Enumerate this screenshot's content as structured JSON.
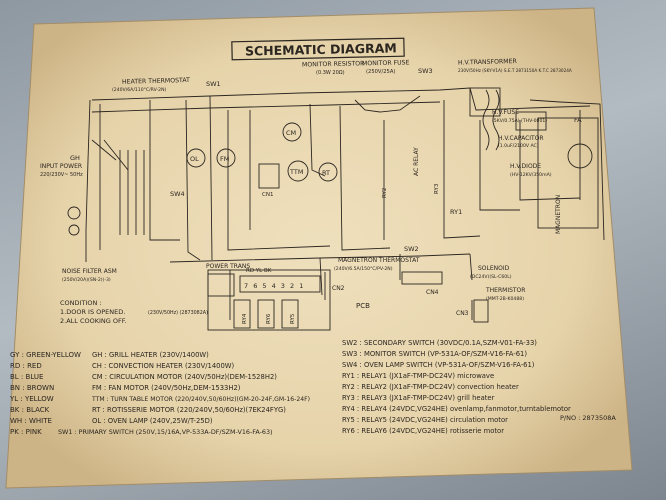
{
  "diagram": {
    "title": "SCHEMATIC DIAGRAM",
    "part_number": "P/NO : 2873508A",
    "colors": {
      "paper": "#e9d8b4",
      "ink": "#2b2620",
      "stain": "#c9b288"
    },
    "top_labels": {
      "monitor_resistor": "MONITOR RESISTOR",
      "monitor_fuse": "MONITOR FUSE",
      "monitor_fuse_rating": "(250V/25A)",
      "resistor_rating": "(0.3W 20Ω)",
      "sw1": "SW1",
      "sw3": "SW3",
      "heater_thermostat": "HEATER THERMOSTAT",
      "heater_thermostat_rating": "(240V/6A/110°C/RV-2N)",
      "h_v_transformer": "H.V.TRANSFORMER",
      "transformer_spec": "230V/50Hz (SKY-V1A) S.E.T 2873150A K.T.C 2873024A"
    },
    "mid_labels": {
      "input_power": "INPUT POWER",
      "input_power_rating": "220/230V~ 50Hz",
      "h_v_fuse": "H.V.FUSE",
      "h_v_fuse_rating": "(5KV/0.75A) (THV-0801)",
      "h_v_capacitor": "H.V.CAPACITOR",
      "h_v_capacitor_rating": "(1.0uF/2100V AC)",
      "h_v_diode": "H.V.DIODE",
      "h_v_diode_rating": "(HV-12KV/350mA)",
      "magnetron": "MAGNETRON",
      "fa": "FA",
      "ac_relay": "AC RELAY",
      "noise_filter": "NOISE FILTER ASM",
      "noise_filter_rating": "(250V/20A)(SN-2)(-3)",
      "magnetron_thermostat": "MAGNETRON THERMOSTAT",
      "magnetron_thermostat_rating": "(240V/6.5A/150°C/PV-2N)",
      "power_trans": "POWER TRANS",
      "power_trans_rating": "(230V/50Hz) (2873082A)",
      "sw2": "SW2",
      "sw4": "SW4",
      "solenoid": "SOLENOID",
      "solenoid_rating": "(DC24V)(SL-C60L)",
      "thermistor": "THERMISTOR",
      "thermistor_rating": "(MMT-2B-K0488)",
      "cn1": "CN1",
      "cn2": "CN2",
      "cn3": "CN3",
      "cn4": "CN4",
      "pcb": "PCB",
      "pin_numbers": "7 6 5 4 3 2 1",
      "pin_colors": "RD  YL  BK"
    },
    "components": [
      "CM",
      "TTM",
      "RT",
      "FM",
      "GH",
      "OL",
      "RY4",
      "RY6",
      "RY5",
      "RY1",
      "RY3",
      "RY2"
    ],
    "condition": [
      "CONDITION :",
      "1.DOOR IS OPENED.",
      "2.ALL COOKING OFF."
    ],
    "legend_colors": [
      "GY : GREEN-YELLOW",
      "RD : RED",
      "BL : BLUE",
      "BN : BROWN",
      "YL : YELLOW",
      "BK : BLACK",
      "WH : WHITE",
      "PK : PINK"
    ],
    "legend_parts_left": [
      "GH : GRILL HEATER (230V/1400W)",
      "CH : CONVECTION HEATER (230V/1400W)",
      "CM : CIRCULATION MOTOR (240V/50Hz)(DEM-1528H2)",
      "FM : FAN MOTOR (240V/50Hz,DEM-1533H2)",
      "TTM : TURN TABLE MOTOR (220/240V,50/60Hz)(GM-20-24F,GM-16-24F)",
      "RT : ROTISSERIE MOTOR (220/240V,50/60Hz)(7EK24FYG)",
      "OL : OVEN LAMP (240V,25W/T-25D)",
      "SW1 : PRIMARY SWITCH (250V,15/16A,VP-533A-DF/SZM-V16-FA-63)"
    ],
    "legend_parts_right": [
      "SW2 : SECONDARY SWITCH (30VDC/0.1A,SZM-V01-FA-33)",
      "SW3 : MONITOR SWITCH (VP-531A-OF/SZM-V16-FA-61)",
      "SW4 : OVEN LAMP SWITCH (VP-531A-OF/SZM-V16-FA-61)",
      "RY1 : RELAY1 (JX1aF-TMP-DC24V) microwave",
      "RY2 : RELAY2 (JX1aF-TMP-DC24V) convection heater",
      "RY3 : RELAY3 (JX1aF-TMP-DC24V) grill heater",
      "RY4 : RELAY4 (24VDC,VG24HE) ovenlamp,fanmotor,turntablemotor",
      "RY5 : RELAY5 (24VDC,VG24HE) circulation motor",
      "RY6 : RELAY6 (24VDC,VG24HE) rotisserie motor"
    ]
  }
}
